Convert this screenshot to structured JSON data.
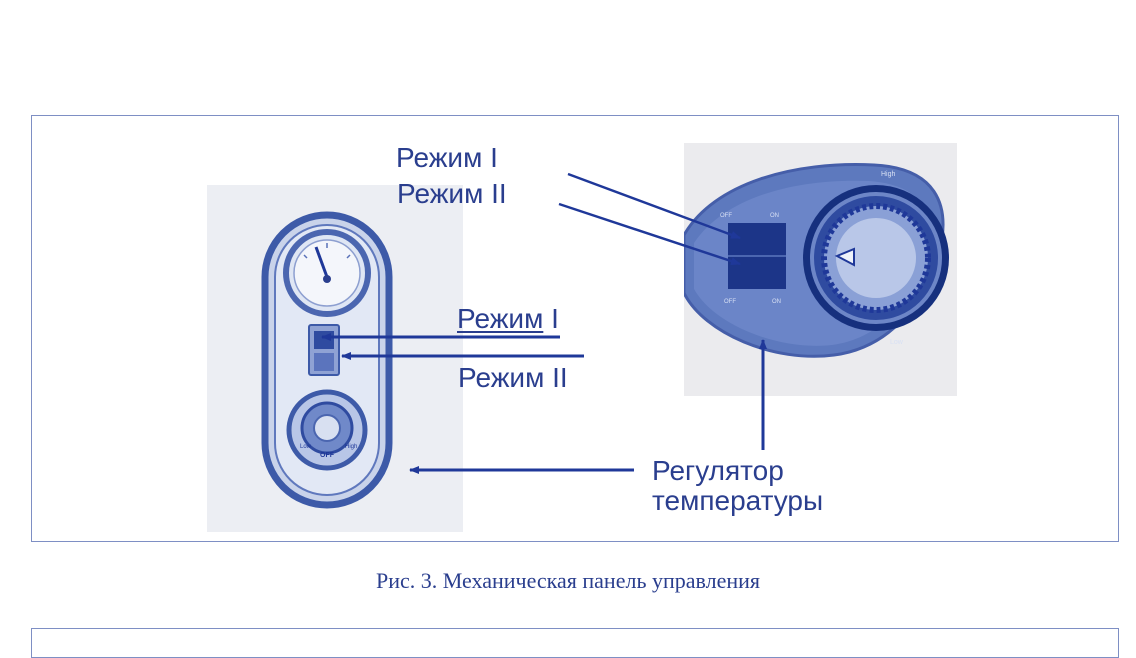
{
  "labels": {
    "top_mode1": "Режим I",
    "top_mode2": "Режим II",
    "mid_mode1_prefix": "Режим",
    "mid_mode1_suffix": " I",
    "mid_mode2": "Режим II",
    "regulator_line1": "Регулятор",
    "regulator_line2": "температуры"
  },
  "left_panel": {
    "knob_low": "Low",
    "knob_high": "High",
    "knob_off": "OFF"
  },
  "right_panel": {
    "text_high": "High",
    "text_off_top": "OFF",
    "text_on_top": "ON",
    "text_off_bottom": "OFF",
    "text_on_bottom": "ON",
    "text_low": "Low"
  },
  "caption": "Рис. 3. Механическая панель управления",
  "colors": {
    "ink": "#2a3e8e",
    "arrow": "#1f3899",
    "frame": "#7e8fc4",
    "photo_bg": "#ebebef"
  }
}
